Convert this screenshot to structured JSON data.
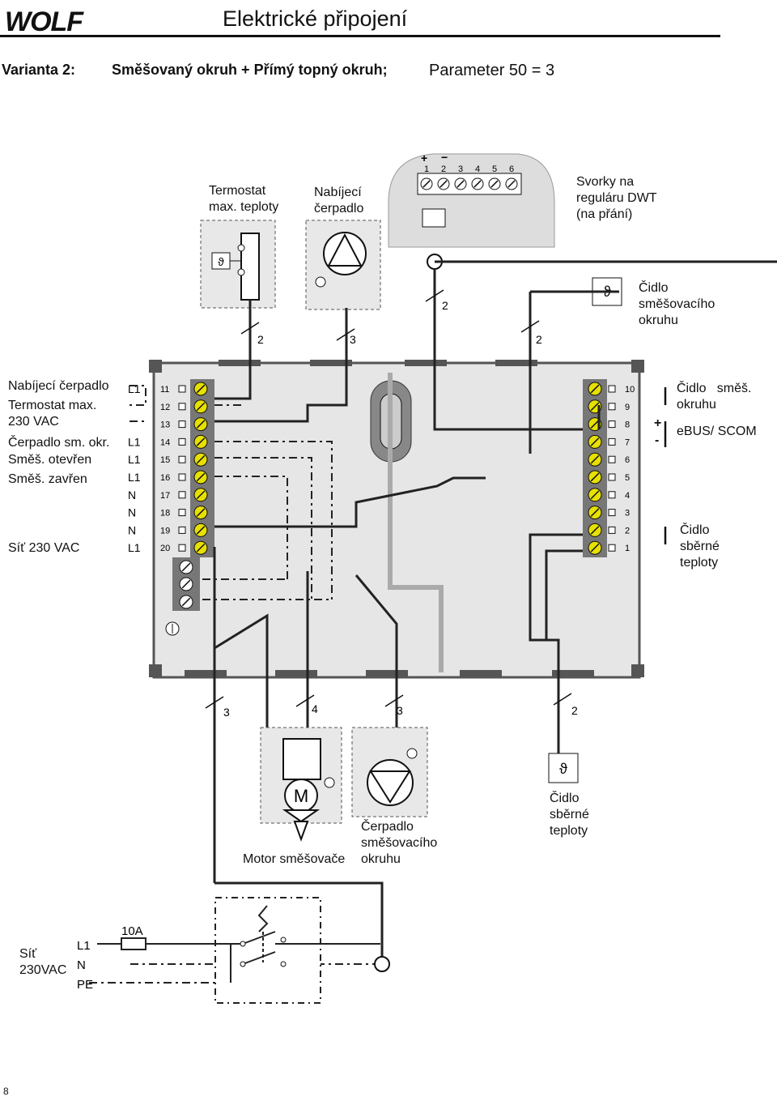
{
  "header": {
    "logo": "WOLF",
    "title": "Elektrické připojení"
  },
  "variant": {
    "label": "Varianta 2:",
    "description": "Směšovaný okruh + Přímý topný okruh;",
    "parameter": "Parameter 50 = 3"
  },
  "top_components": {
    "termostat": "Termostat\nmax. teploty",
    "nabijeci": "Nabíjecí\nčerpadlo",
    "svorky": "Svorky na\nreguláru DWT\n(na přání)",
    "cidlo_smes": "Čidlo\nsměšovacího\nokruhu",
    "dwt_terminals": [
      "1",
      "2",
      "3",
      "4",
      "5",
      "6"
    ],
    "dwt_plus": "+",
    "dwt_minus": "−"
  },
  "left_labels": [
    "Nabíjecí čerpadlo",
    "Termostat max.",
    "230 VAC",
    "Čerpadlo sm. okr.",
    "Směš. otevřen",
    "Směš. zavřen",
    "Síť 230 VAC"
  ],
  "left_terminal_codes": [
    "L1",
    "",
    "",
    "L1",
    "L1",
    "L1",
    "N",
    "N",
    "N",
    "L1"
  ],
  "left_terminal_numbers": [
    "11",
    "12",
    "13",
    "14",
    "15",
    "16",
    "17",
    "18",
    "19",
    "20"
  ],
  "right_terminal_numbers": [
    "10",
    "9",
    "8",
    "7",
    "6",
    "5",
    "4",
    "3",
    "2",
    "1"
  ],
  "right_labels": {
    "cidlo_smes": "Čidlo směš.\nokruhu",
    "ebus": "eBUS/ SCOM",
    "plus": "+",
    "minus": "-",
    "cidlo_sberne": "Čidlo\nsběrné\nteploty"
  },
  "wire_counts": {
    "termostat": "2",
    "nabijeci": "3",
    "dwt": "2",
    "cidlo_smes": "2",
    "bottom_1": "3",
    "bottom_2": "4",
    "bottom_3": "3",
    "bottom_4": "2"
  },
  "bottom_components": {
    "motor_symbol": "M",
    "motor": "Motor směšovače",
    "cerpadlo": "Čerpadlo\nsměšovacího\nokruhu",
    "cidlo_sberne": "Čidlo\nsběrné\nteploty"
  },
  "mains": {
    "sit": "Síť\n230VAC",
    "l1": "L1",
    "n": "N",
    "pe": "PE",
    "fuse": "10A"
  },
  "page_number": "8",
  "theta_symbol": "ϑ"
}
